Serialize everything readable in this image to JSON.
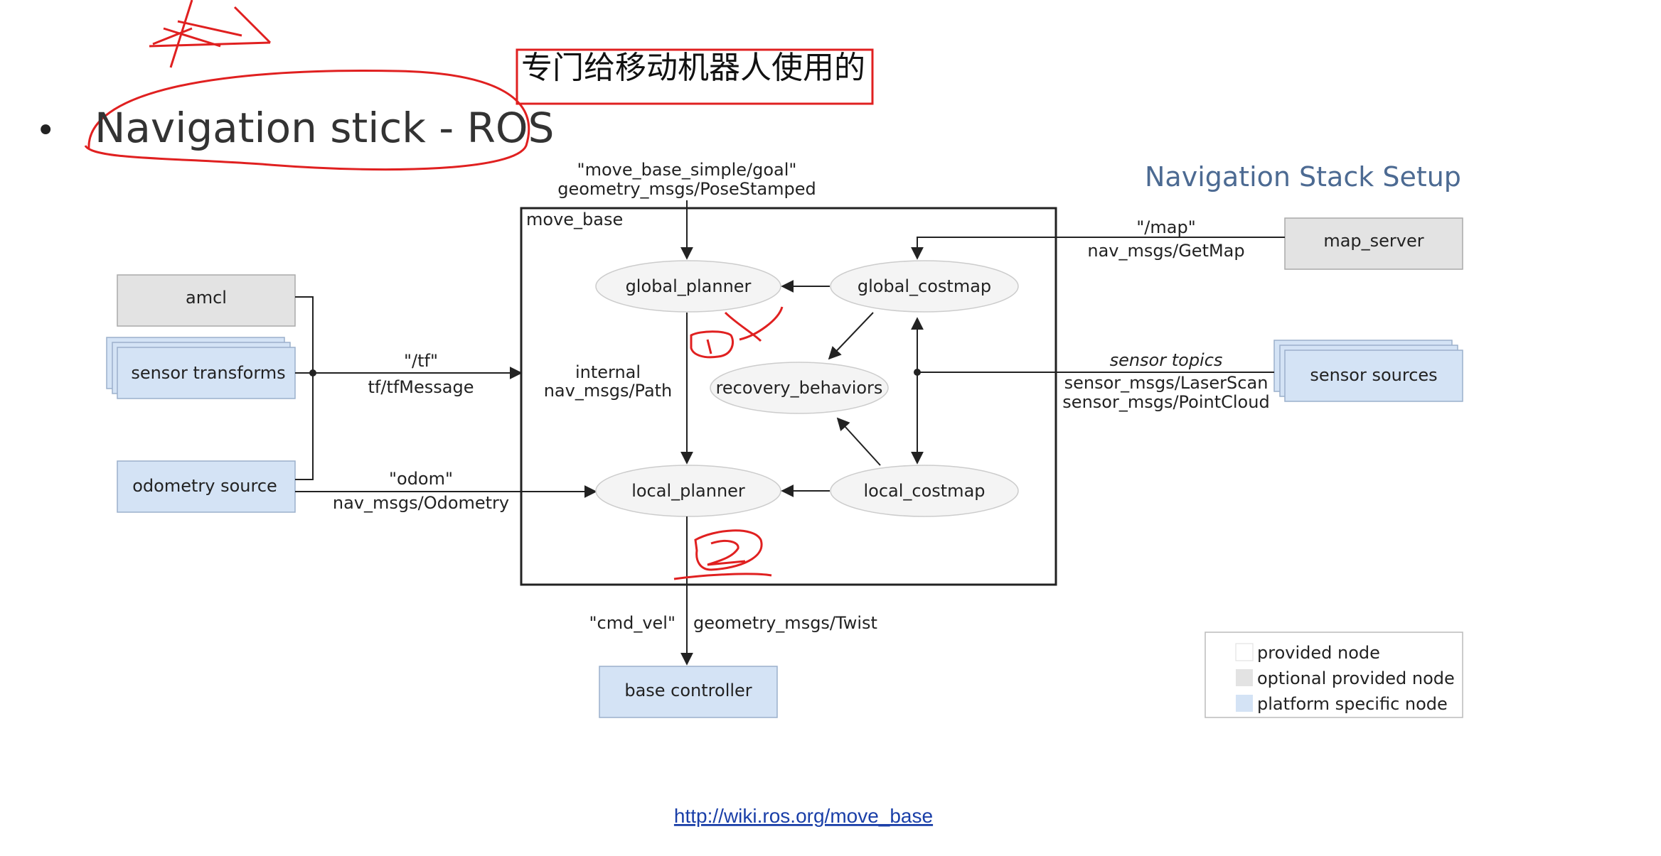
{
  "slide": {
    "bullet": "•",
    "title": "Navigation stick - ROS",
    "annotation_cn": "专门给移动机器人使用的",
    "url": "http://wiki.ros.org/move_base"
  },
  "diagram": {
    "heading": "Navigation Stack Setup",
    "container_label": "move_base",
    "nodes": {
      "amcl": "amcl",
      "sensor_transforms": "sensor transforms",
      "odometry_source": "odometry source",
      "map_server": "map_server",
      "sensor_sources": "sensor sources",
      "base_controller": "base controller",
      "global_planner": "global_planner",
      "global_costmap": "global_costmap",
      "recovery_behaviors": "recovery_behaviors",
      "local_planner": "local_planner",
      "local_costmap": "local_costmap"
    },
    "edge_labels": {
      "goal_topic": "\"move_base_simple/goal\"",
      "goal_type": "geometry_msgs/PoseStamped",
      "map_topic": "\"/map\"",
      "map_type": "nav_msgs/GetMap",
      "tf_topic": "\"/tf\"",
      "tf_type": "tf/tfMessage",
      "internal": "internal",
      "path_type": "nav_msgs/Path",
      "sensor_topics": "sensor topics",
      "laser_type": "sensor_msgs/LaserScan",
      "cloud_type": "sensor_msgs/PointCloud",
      "odom_topic": "\"odom\"",
      "odom_type": "nav_msgs/Odometry",
      "cmd_vel": "\"cmd_vel\"",
      "twist_type": "geometry_msgs/Twist"
    },
    "legend": [
      {
        "label": "provided node",
        "color": "#ffffff"
      },
      {
        "label": "optional provided node",
        "color": "#e3e3e3"
      },
      {
        "label": "platform specific node",
        "color": "#d4e3f5"
      }
    ],
    "colors": {
      "optional": "#e3e3e3",
      "platform": "#d4e3f5",
      "provided": "#f4f4f4",
      "annotation_red": "#e02020",
      "heading": "#4c6a92"
    }
  }
}
